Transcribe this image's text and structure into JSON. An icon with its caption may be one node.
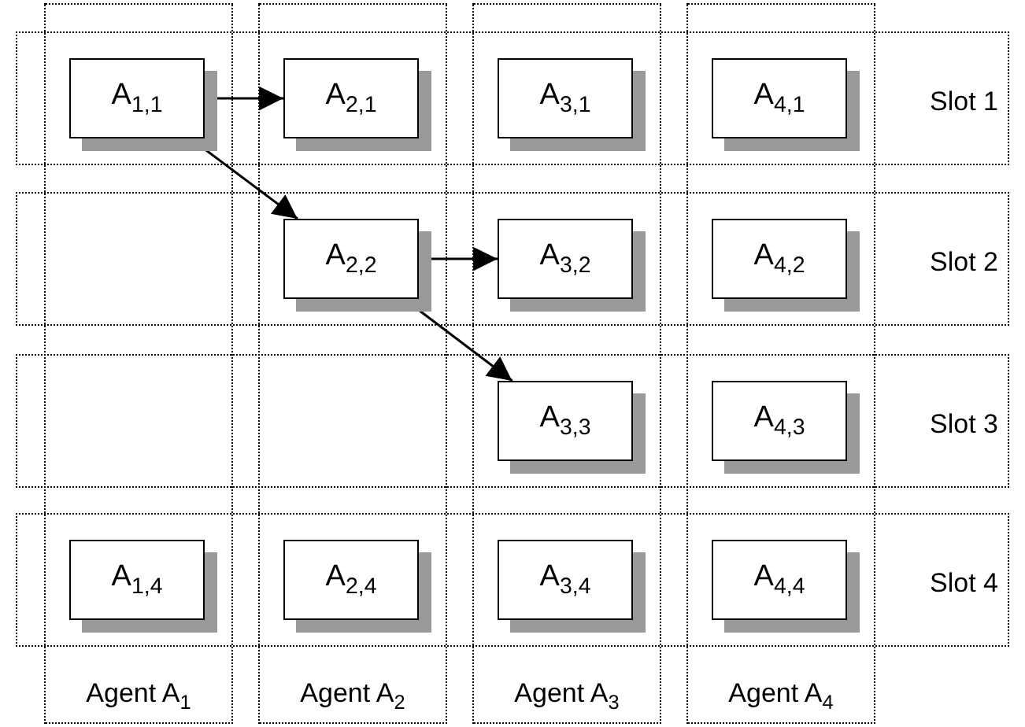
{
  "diagram": {
    "nodes": [
      {
        "text": [
          "A$_{1,1}$"
        ]
      },
      {
        "text": [
          "A$_{2,1}$"
        ]
      },
      {
        "text": [
          "A$_{3,1}$"
        ]
      },
      {
        "text": [
          "A$_{4,1}$"
        ]
      },
      {
        "text": [
          "A$_{2,2}$"
        ]
      },
      {
        "text": [
          "A$_{3,2}$"
        ]
      },
      {
        "text": [
          "A$_{4,2}$"
        ]
      },
      {
        "text": [
          "A$_{3,3}$"
        ]
      },
      {
        "text": [
          "A$_{4,3}$"
        ]
      },
      {
        "text": [
          "A$_{1,4}$"
        ]
      },
      {
        "text": [
          "A$_{2,4}$"
        ]
      },
      {
        "text": [
          "A$_{3,4}$"
        ]
      },
      {
        "text": [
          "A$_{4,4}$"
        ]
      }
    ],
    "edges": [
      {
        "from": 0,
        "to": 1,
        "arrow": "to"
      },
      {
        "from": 0,
        "to": 4,
        "arrow": "to"
      },
      {
        "from": 4,
        "to": 5,
        "arrow": "to"
      },
      {
        "from": 4,
        "to": 7,
        "arrow": "to"
      }
    ],
    "labels": [
      "Slot 1",
      "Slot 2",
      "Slot 3",
      "Slot 4",
      "Agent A$_{1}$",
      "Agent A$_{2}$",
      "Agent A$_{3}$",
      "Agent A$_{4}$"
    ]
  }
}
